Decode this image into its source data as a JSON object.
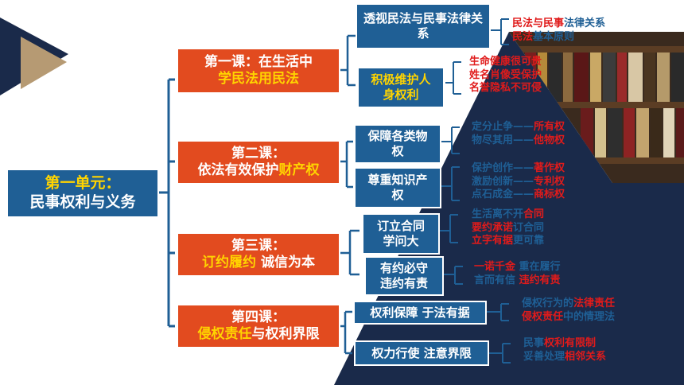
{
  "root": {
    "line1": "第一单元：",
    "line2": "民事权利与义务"
  },
  "lessons": [
    {
      "line1": "第一课：在生活中",
      "line2": "学民法用民法"
    },
    {
      "line1": "第二课：",
      "line2a": "依法有效保护",
      "line2b": "财产权"
    },
    {
      "line1": "第三课：",
      "line2a": "订约履约",
      "line2b": " 诚信为本"
    },
    {
      "line1": "第四课：",
      "line2a": "侵权责任",
      "line2b": "与权利界限"
    }
  ],
  "topics": {
    "t1": "透视民法与民事法律关系",
    "t2": "积极维护人身权利",
    "t3": "保障各类物权",
    "t4": "尊重知识产权",
    "t5": "订立合同学问大",
    "t6": "有约必守违约有责",
    "t7": "权利保障 于法有据",
    "t8": "权力行使 注意界限"
  },
  "notes": {
    "n1a_r": "民法与民事",
    "n1a_b": "法律关系",
    "n1b_r": "民法",
    "n1b_b": "基本原则",
    "n2a": "生命健康很可贵",
    "n2b": "姓名肖像受保护",
    "n2c": "名誉隐私不可侵",
    "n3a_b": "定分止争——",
    "n3a_r": "所有权",
    "n3b_b": "物尽其用——",
    "n3b_r": "他物权",
    "n4a_b": "保护创作——",
    "n4a_r": "著作权",
    "n4b_b": "激励创新——",
    "n4b_r": "专利权",
    "n4c_b": "点石成金——",
    "n4c_r": "商标权",
    "n5a_b": "生活离不开",
    "n5a_r": "合同",
    "n5b_r": "要约承诺",
    "n5b_b": "订合同",
    "n5c_r": "立字有据",
    "n5c_b": "更可靠",
    "n6a_r": "一诺千金",
    "n6a_b": " 重在履行",
    "n6b_b": "言而有信 ",
    "n6b_r": "违约有责",
    "n7a_b": "侵权行为的",
    "n7a_r": "法律责任",
    "n7b_r": "侵权责任",
    "n7b_b": "中的情理法",
    "n8a_b": "民事",
    "n8a_r": "权利有限制",
    "n8b_b": "妥善处理",
    "n8b_r": "相邻关系"
  },
  "colors": {
    "navy": "#1f5f95",
    "orange": "#e24b1f",
    "red": "#e01b1b",
    "yellow": "#ffd400",
    "darkbg": "#1a2a4a"
  }
}
